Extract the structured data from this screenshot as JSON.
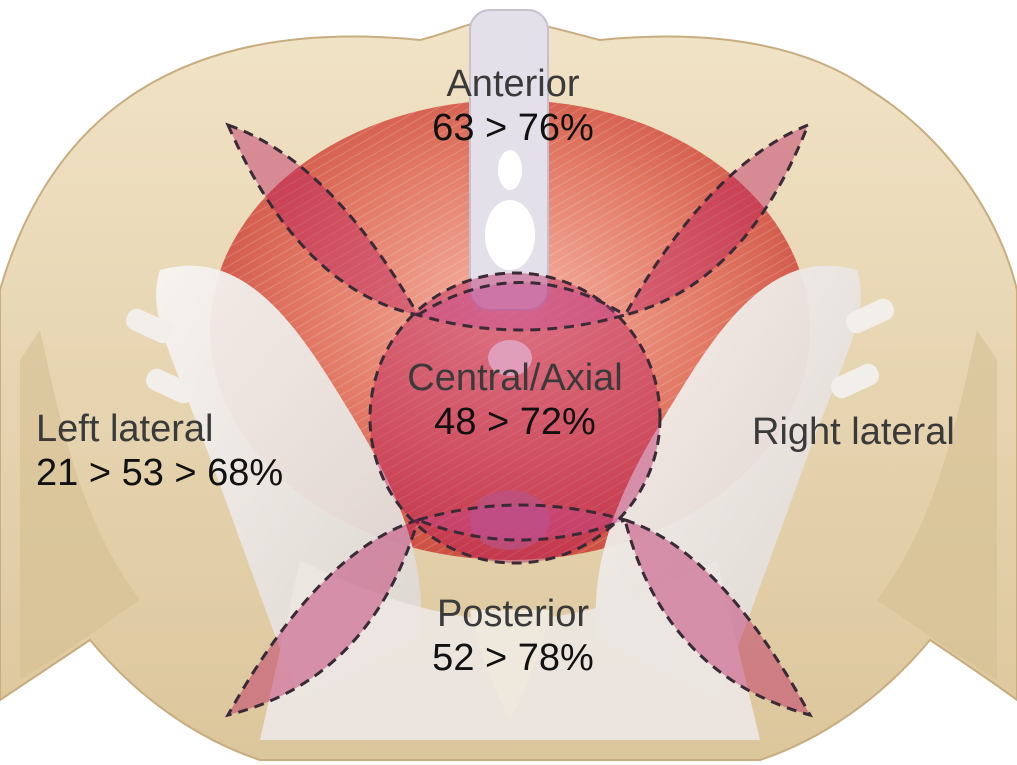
{
  "regions": {
    "anterior": {
      "name": "Anterior",
      "value": "63 > 76%"
    },
    "central": {
      "name": "Central/Axial",
      "value": "48 > 72%"
    },
    "posterior": {
      "name": "Posterior",
      "value": "52 > 78%"
    },
    "left_lateral": {
      "name": "Left lateral",
      "value": "21 > 53 > 68%"
    },
    "right_lateral": {
      "name": "Right lateral",
      "value": ""
    }
  },
  "colors": {
    "bone": "#e9d7b4",
    "bone_shadow": "#d6bf92",
    "muscle": "#d9604f",
    "muscle_light": "#f0a08f",
    "ligament": "#f2eeea",
    "zone_fill": "#b7195a",
    "zone_outline": "#3a2a36"
  }
}
